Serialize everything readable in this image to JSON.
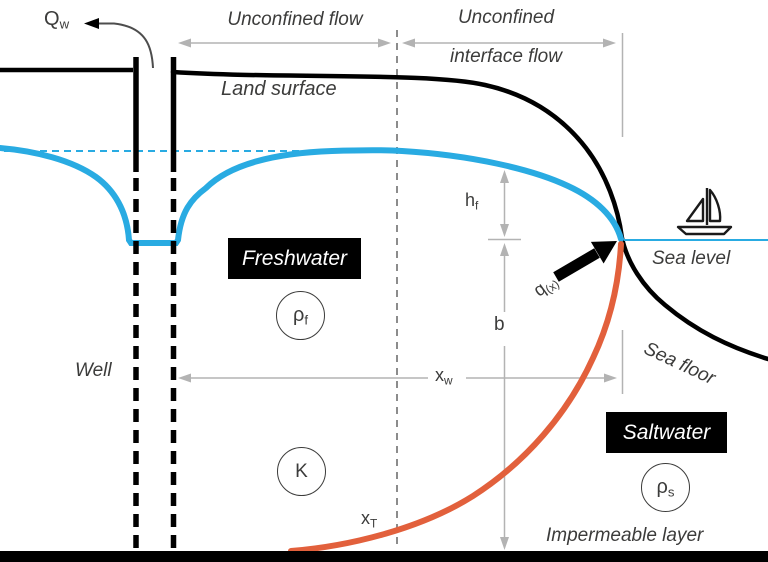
{
  "labels": {
    "q_w": {
      "base": "Q",
      "sub": "w"
    },
    "unconfined_flow": "Unconfined flow",
    "unconfined_interface_line1": "Unconfined",
    "unconfined_interface_line2": "interface flow",
    "land_surface": "Land surface",
    "well": "Well",
    "h_f": {
      "base": "h",
      "sub": "f"
    },
    "b": "b",
    "q_x": {
      "base": "q",
      "sub": "(x)"
    },
    "sea_level": "Sea level",
    "sea_floor": "Sea floor",
    "x_w": {
      "base": "x",
      "sub": "w"
    },
    "x_t": {
      "base": "x",
      "sub": "T"
    },
    "impermeable_layer": "Impermeable layer"
  },
  "zones": {
    "freshwater": {
      "label": "Freshwater",
      "density": {
        "base": "ρ",
        "sub": "f"
      }
    },
    "saltwater": {
      "label": "Saltwater",
      "density": {
        "base": "ρ",
        "sub": "s"
      }
    },
    "hydraulic_conductivity": "K"
  },
  "colors": {
    "freshwater_blue": "#29ABE2",
    "saltwater_orange": "#E2603C",
    "line_black": "#000000",
    "dimension_gray": "#B3B3B3",
    "divider_gray": "#8C8C8C",
    "text_dark": "#3C3C3B"
  }
}
